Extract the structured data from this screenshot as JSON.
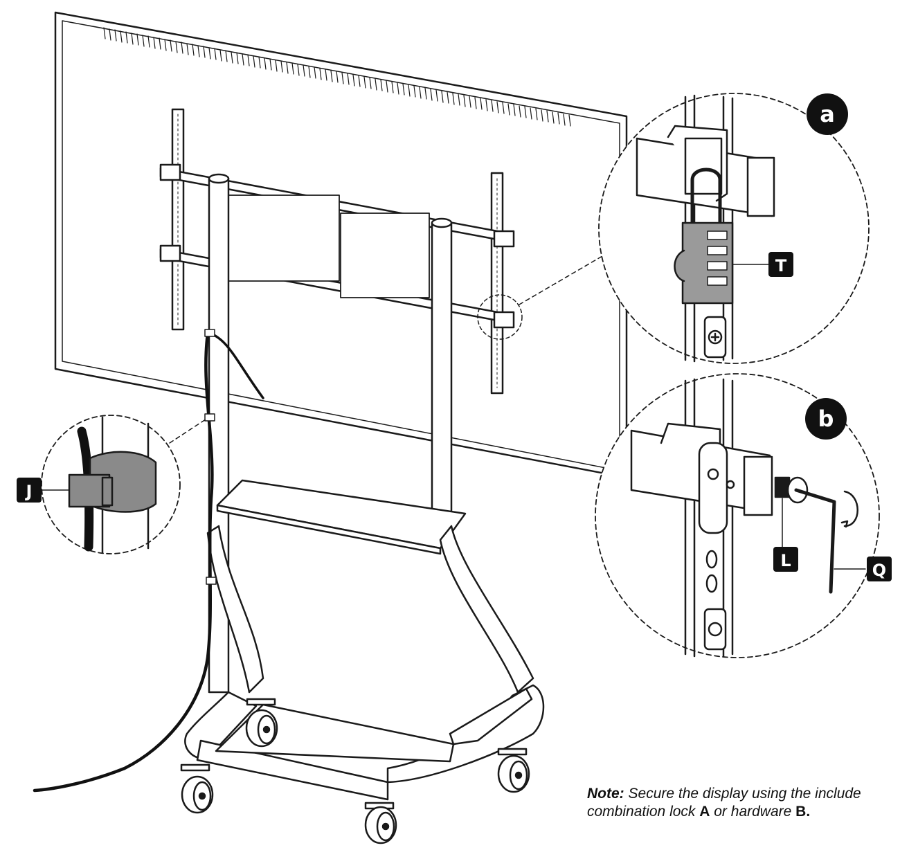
{
  "callouts": {
    "a": "a",
    "b": "b"
  },
  "tags": {
    "T": "T",
    "J": "J",
    "L": "L",
    "Q": "Q"
  },
  "note": {
    "label": "Note:",
    "line1": "Secure the display using the include",
    "line2_pre": "combination lock ",
    "lock_ref": "A",
    "line2_mid": " or hardware ",
    "hardware_ref": "B",
    "line2_end": "."
  },
  "colors": {
    "line": "#1a1a1a",
    "cable": "#111111",
    "strap": "#8a8a8a",
    "lock_body": "#9a9a9a"
  }
}
